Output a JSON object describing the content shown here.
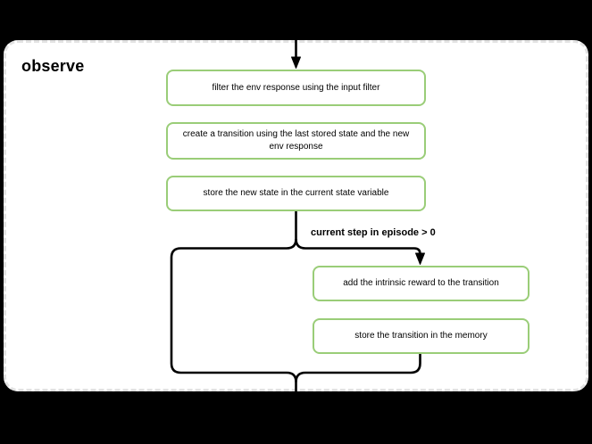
{
  "diagram": {
    "group_title": "observe",
    "nodes": [
      {
        "label": "filter the env response using the input filter"
      },
      {
        "label": "create a transition using the last stored state and the new env response"
      },
      {
        "label": "store the new state in the current state variable"
      },
      {
        "label": "add the intrinsic reward to the transition"
      },
      {
        "label": "store the transition in the memory"
      }
    ],
    "condition_label": "current step in episode > 0",
    "colors": {
      "background": "#000000",
      "panel_fill": "#ffffff",
      "panel_border": "#e2e2e2",
      "node_fill": "#ffffff",
      "node_border": "#9acd78",
      "edge": "#000000",
      "text": "#000000"
    }
  }
}
